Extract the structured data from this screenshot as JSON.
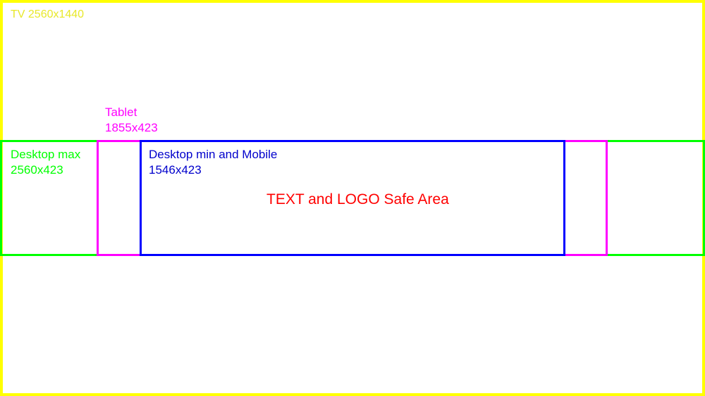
{
  "tv": {
    "label": "TV 2560x1440",
    "color": "#ffff00"
  },
  "tablet": {
    "name": "Tablet",
    "size": "1855x423",
    "color": "#ff00ff"
  },
  "desktop_max": {
    "name": "Desktop max",
    "size": "2560x423",
    "color": "#00ff00"
  },
  "desktop_min": {
    "name": "Desktop min and Mobile",
    "size": "1546x423",
    "color": "#0000ff"
  },
  "safe_area": {
    "label": "TEXT and LOGO Safe Area",
    "color": "#ff0000"
  }
}
